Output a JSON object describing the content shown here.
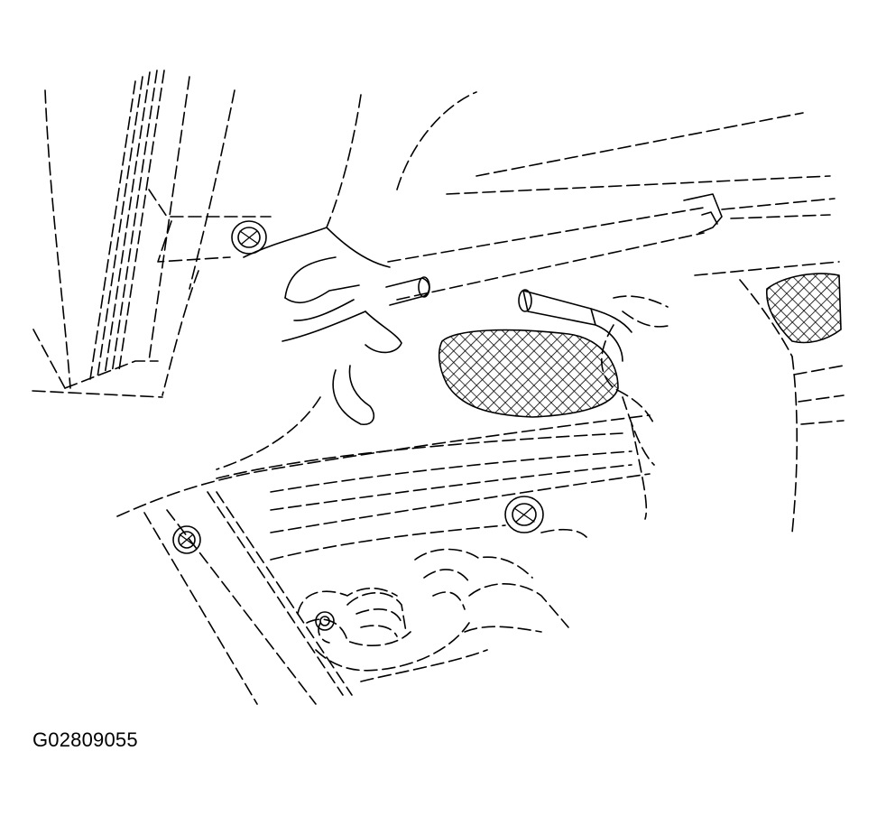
{
  "figure": {
    "id_label": "G02809055"
  },
  "colors": {
    "line": "#000000",
    "background": "#ffffff"
  },
  "parts": {
    "bolts": [
      "bolt-upper-left",
      "bolt-lower-center",
      "bolt-lower-left"
    ],
    "hatched_regions": [
      "center-mesh",
      "right-mesh"
    ]
  }
}
